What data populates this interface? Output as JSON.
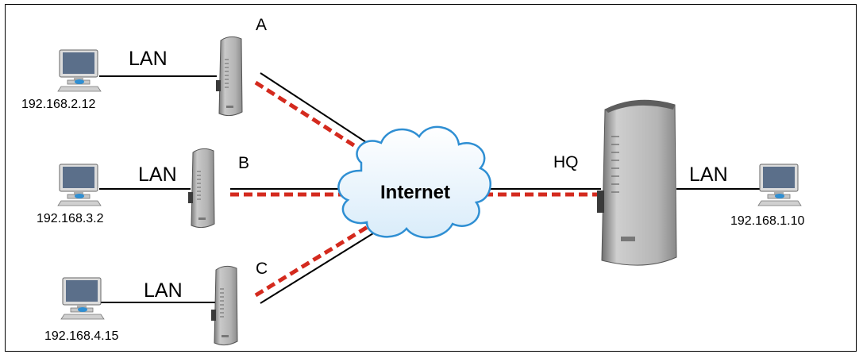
{
  "cloud_label": "Internet",
  "sites": [
    {
      "id": "A",
      "label": "A",
      "lan": "LAN",
      "ip": "192.168.2.12"
    },
    {
      "id": "B",
      "label": "B",
      "lan": "LAN",
      "ip": "192.168.3.2"
    },
    {
      "id": "C",
      "label": "C",
      "lan": "LAN",
      "ip": "192.168.4.15"
    }
  ],
  "hq": {
    "label": "HQ",
    "lan": "LAN",
    "ip": "192.168.1.10"
  },
  "colors": {
    "tunnel": "#d42a1e",
    "link": "#000000",
    "cloud_fill": "#ffffff",
    "cloud_edge": "#2f8fd3",
    "device_body": "#b8b8b8",
    "monitor_screen": "#5b6f8a"
  }
}
